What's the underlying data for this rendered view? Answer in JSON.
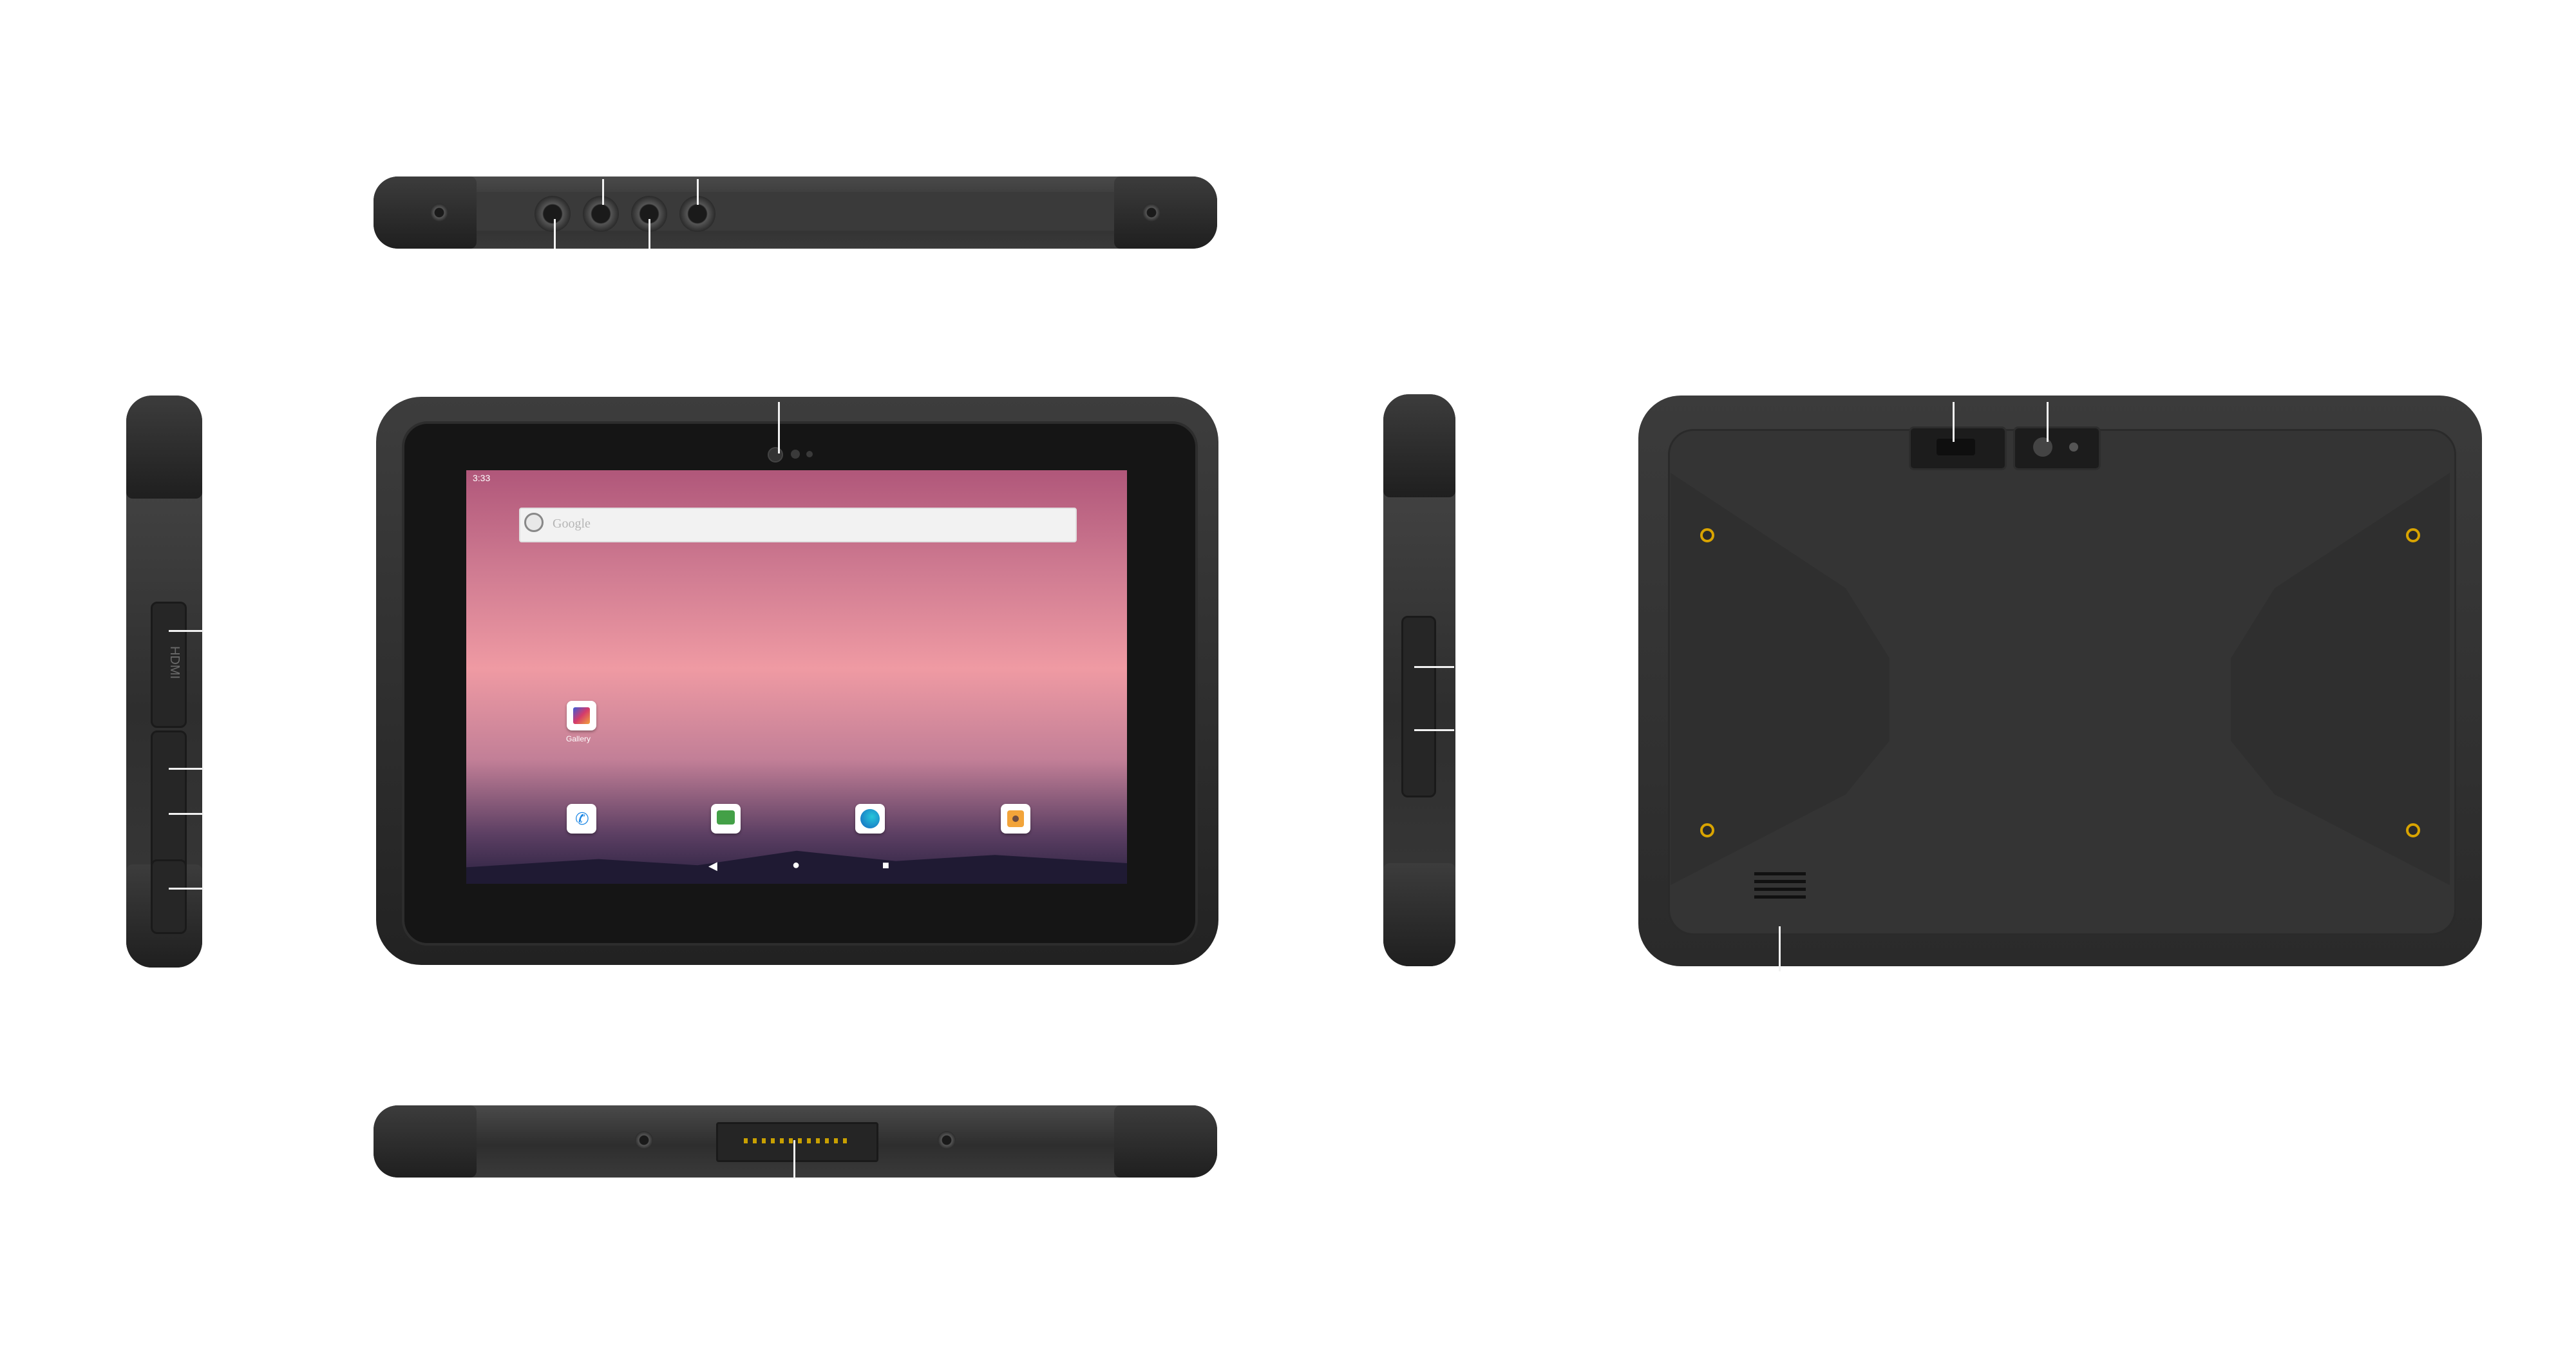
{
  "screen": {
    "status_time": "3:33",
    "search_placeholder": "Google",
    "apps": [
      {
        "label": "Gallery",
        "icon": "gallery-icon"
      },
      {
        "label": "",
        "icon": "phone-icon"
      },
      {
        "label": "",
        "icon": "messages-icon"
      },
      {
        "label": "",
        "icon": "browser-icon"
      },
      {
        "label": "",
        "icon": "camera-icon"
      }
    ],
    "nav": {
      "back": "◀",
      "home": "●",
      "recents": "■"
    }
  },
  "side_labels": {
    "hdmi": "HDMI"
  },
  "colors": {
    "body": "#2e2e2e",
    "bumper": "#1f1f1f",
    "screw": "#d9a400",
    "leader": "#f2f2f2"
  }
}
